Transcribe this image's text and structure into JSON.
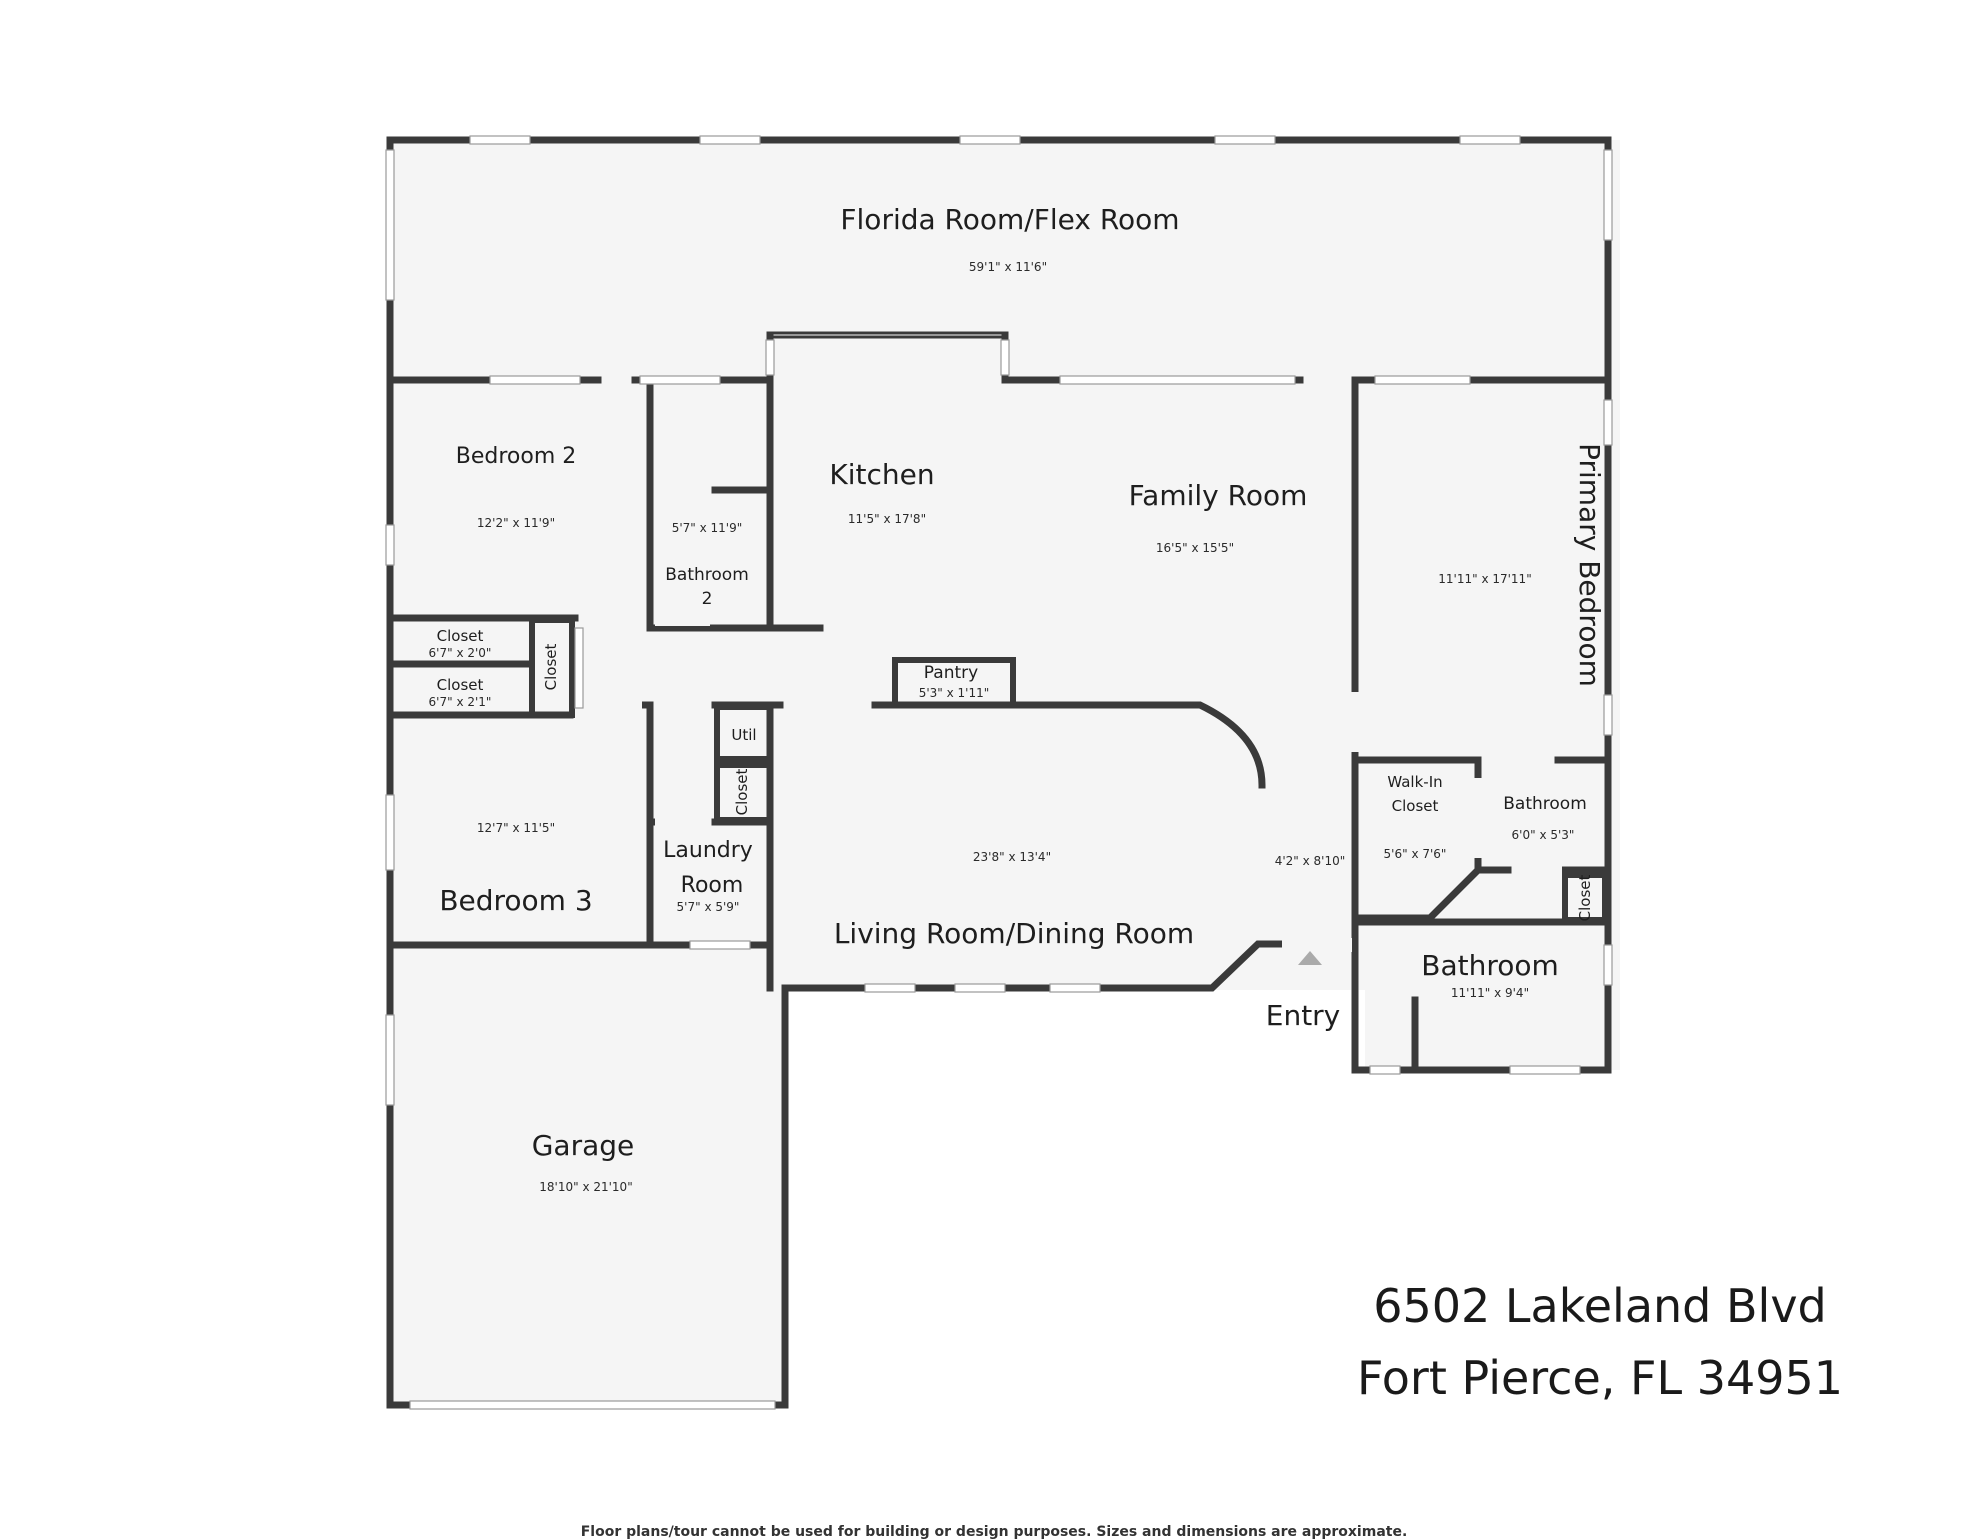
{
  "rooms": {
    "florida": {
      "name": "Florida Room/Flex Room",
      "dim": "59'1\" x 11'6\""
    },
    "bedroom2": {
      "name": "Bedroom 2",
      "dim": "12'2\" x 11'9\""
    },
    "bathroom2": {
      "name1": "Bathroom",
      "name2": "2",
      "dim": "5'7\" x 11'9\""
    },
    "kitchen": {
      "name": "Kitchen",
      "dim": "11'5\" x 17'8\""
    },
    "family": {
      "name": "Family Room",
      "dim": "16'5\" x 15'5\""
    },
    "primary": {
      "name": "Primary Bedroom",
      "dim": "11'11\" x 17'11\""
    },
    "closet1": {
      "name": "Closet",
      "dim": "6'7\" x 2'0\""
    },
    "closet2": {
      "name": "Closet",
      "dim": "6'7\" x 2'1\""
    },
    "closet3": {
      "name": "Closet"
    },
    "pantry": {
      "name": "Pantry",
      "dim": "5'3\" x 1'11\""
    },
    "util": {
      "name": "Util"
    },
    "closet4": {
      "name": "Closet"
    },
    "bedroom3": {
      "name": "Bedroom 3",
      "dim": "12'7\" x 11'5\""
    },
    "laundry": {
      "name1": "Laundry",
      "name2": "Room",
      "dim": "5'7\" x 5'9\""
    },
    "living": {
      "name": "Living Room/Dining Room",
      "dim": "23'8\" x 13'4\""
    },
    "foyer": {
      "dim": "4'2\" x 8'10\""
    },
    "walkin": {
      "name1": "Walk-In",
      "name2": "Closet",
      "dim": "5'6\" x 7'6\""
    },
    "bathroomSmall": {
      "name": "Bathroom",
      "dim": "6'0\" x 5'3\""
    },
    "closet5": {
      "name": "Closet"
    },
    "bathroomMain": {
      "name": "Bathroom",
      "dim": "11'11\" x 9'4\""
    },
    "entry": {
      "name": "Entry"
    },
    "garage": {
      "name": "Garage",
      "dim": "18'10\" x 21'10\""
    }
  },
  "address": {
    "line1": "6502 Lakeland Blvd",
    "line2": "Fort Pierce, FL 34951"
  },
  "disclaimer": "Floor plans/tour cannot be used for building or design purposes. Sizes and dimensions are approximate.",
  "colors": {
    "wall": "#3a3a3a",
    "floor": "#f5f5f5"
  }
}
